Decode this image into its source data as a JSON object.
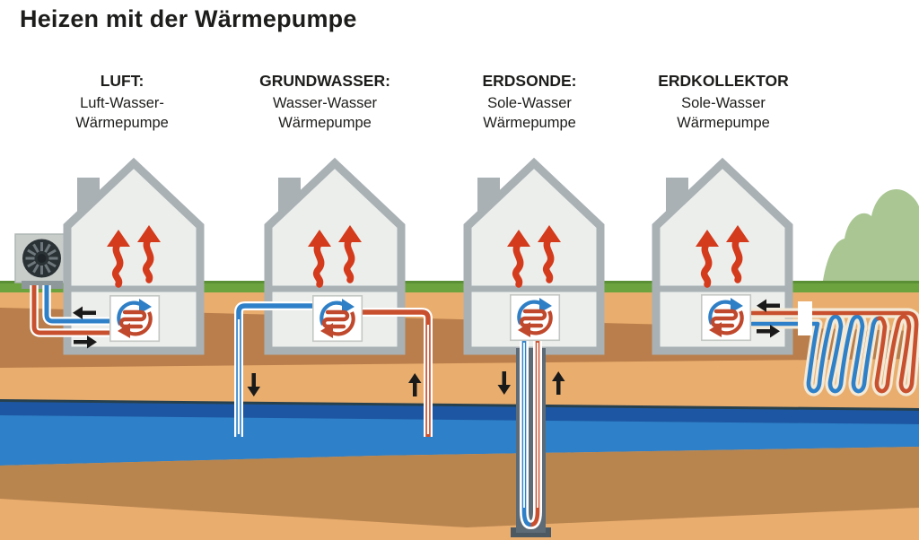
{
  "title": "Heizen mit der Wärmepumpe",
  "columns": [
    {
      "heading": "LUFT:",
      "line1": "Luft-Wasser-",
      "line2": "Wärmepumpe"
    },
    {
      "heading": "GRUNDWASSER:",
      "line1": "Wasser-Wasser",
      "line2": "Wärmepumpe"
    },
    {
      "heading": "ERDSONDE:",
      "line1": "Sole-Wasser",
      "line2": "Wärmepumpe"
    },
    {
      "heading": "ERDKOLLEKTOR",
      "line1": "Sole-Wasser",
      "line2": "Wärmepumpe"
    }
  ],
  "colors": {
    "grass_green": "#6da33e",
    "soil_tan": "#e9ad6e",
    "soil_brown_band": "#b97e4b",
    "soil_brown_deep": "#b9854f",
    "water_dark_blue": "#1d57a3",
    "water_blue": "#2e80c8",
    "pipe_red": "#c8502e",
    "pipe_blue": "#2e80c8",
    "heat_arrow_red": "#d43a1c",
    "house_border_gray": "#a9b1b5",
    "house_fill": "#eceeeb",
    "bush_green": "#a9c693",
    "borehole_gray": "#5d6b77",
    "flow_arrow_black": "#1a1a1a"
  },
  "icons": {
    "heat_pump_unit": "circular-cycle-arrows-with-heating-coil",
    "air_unit": "fan",
    "heat_flow": "wavy-up-arrow",
    "flow_direction": "straight-arrow"
  }
}
